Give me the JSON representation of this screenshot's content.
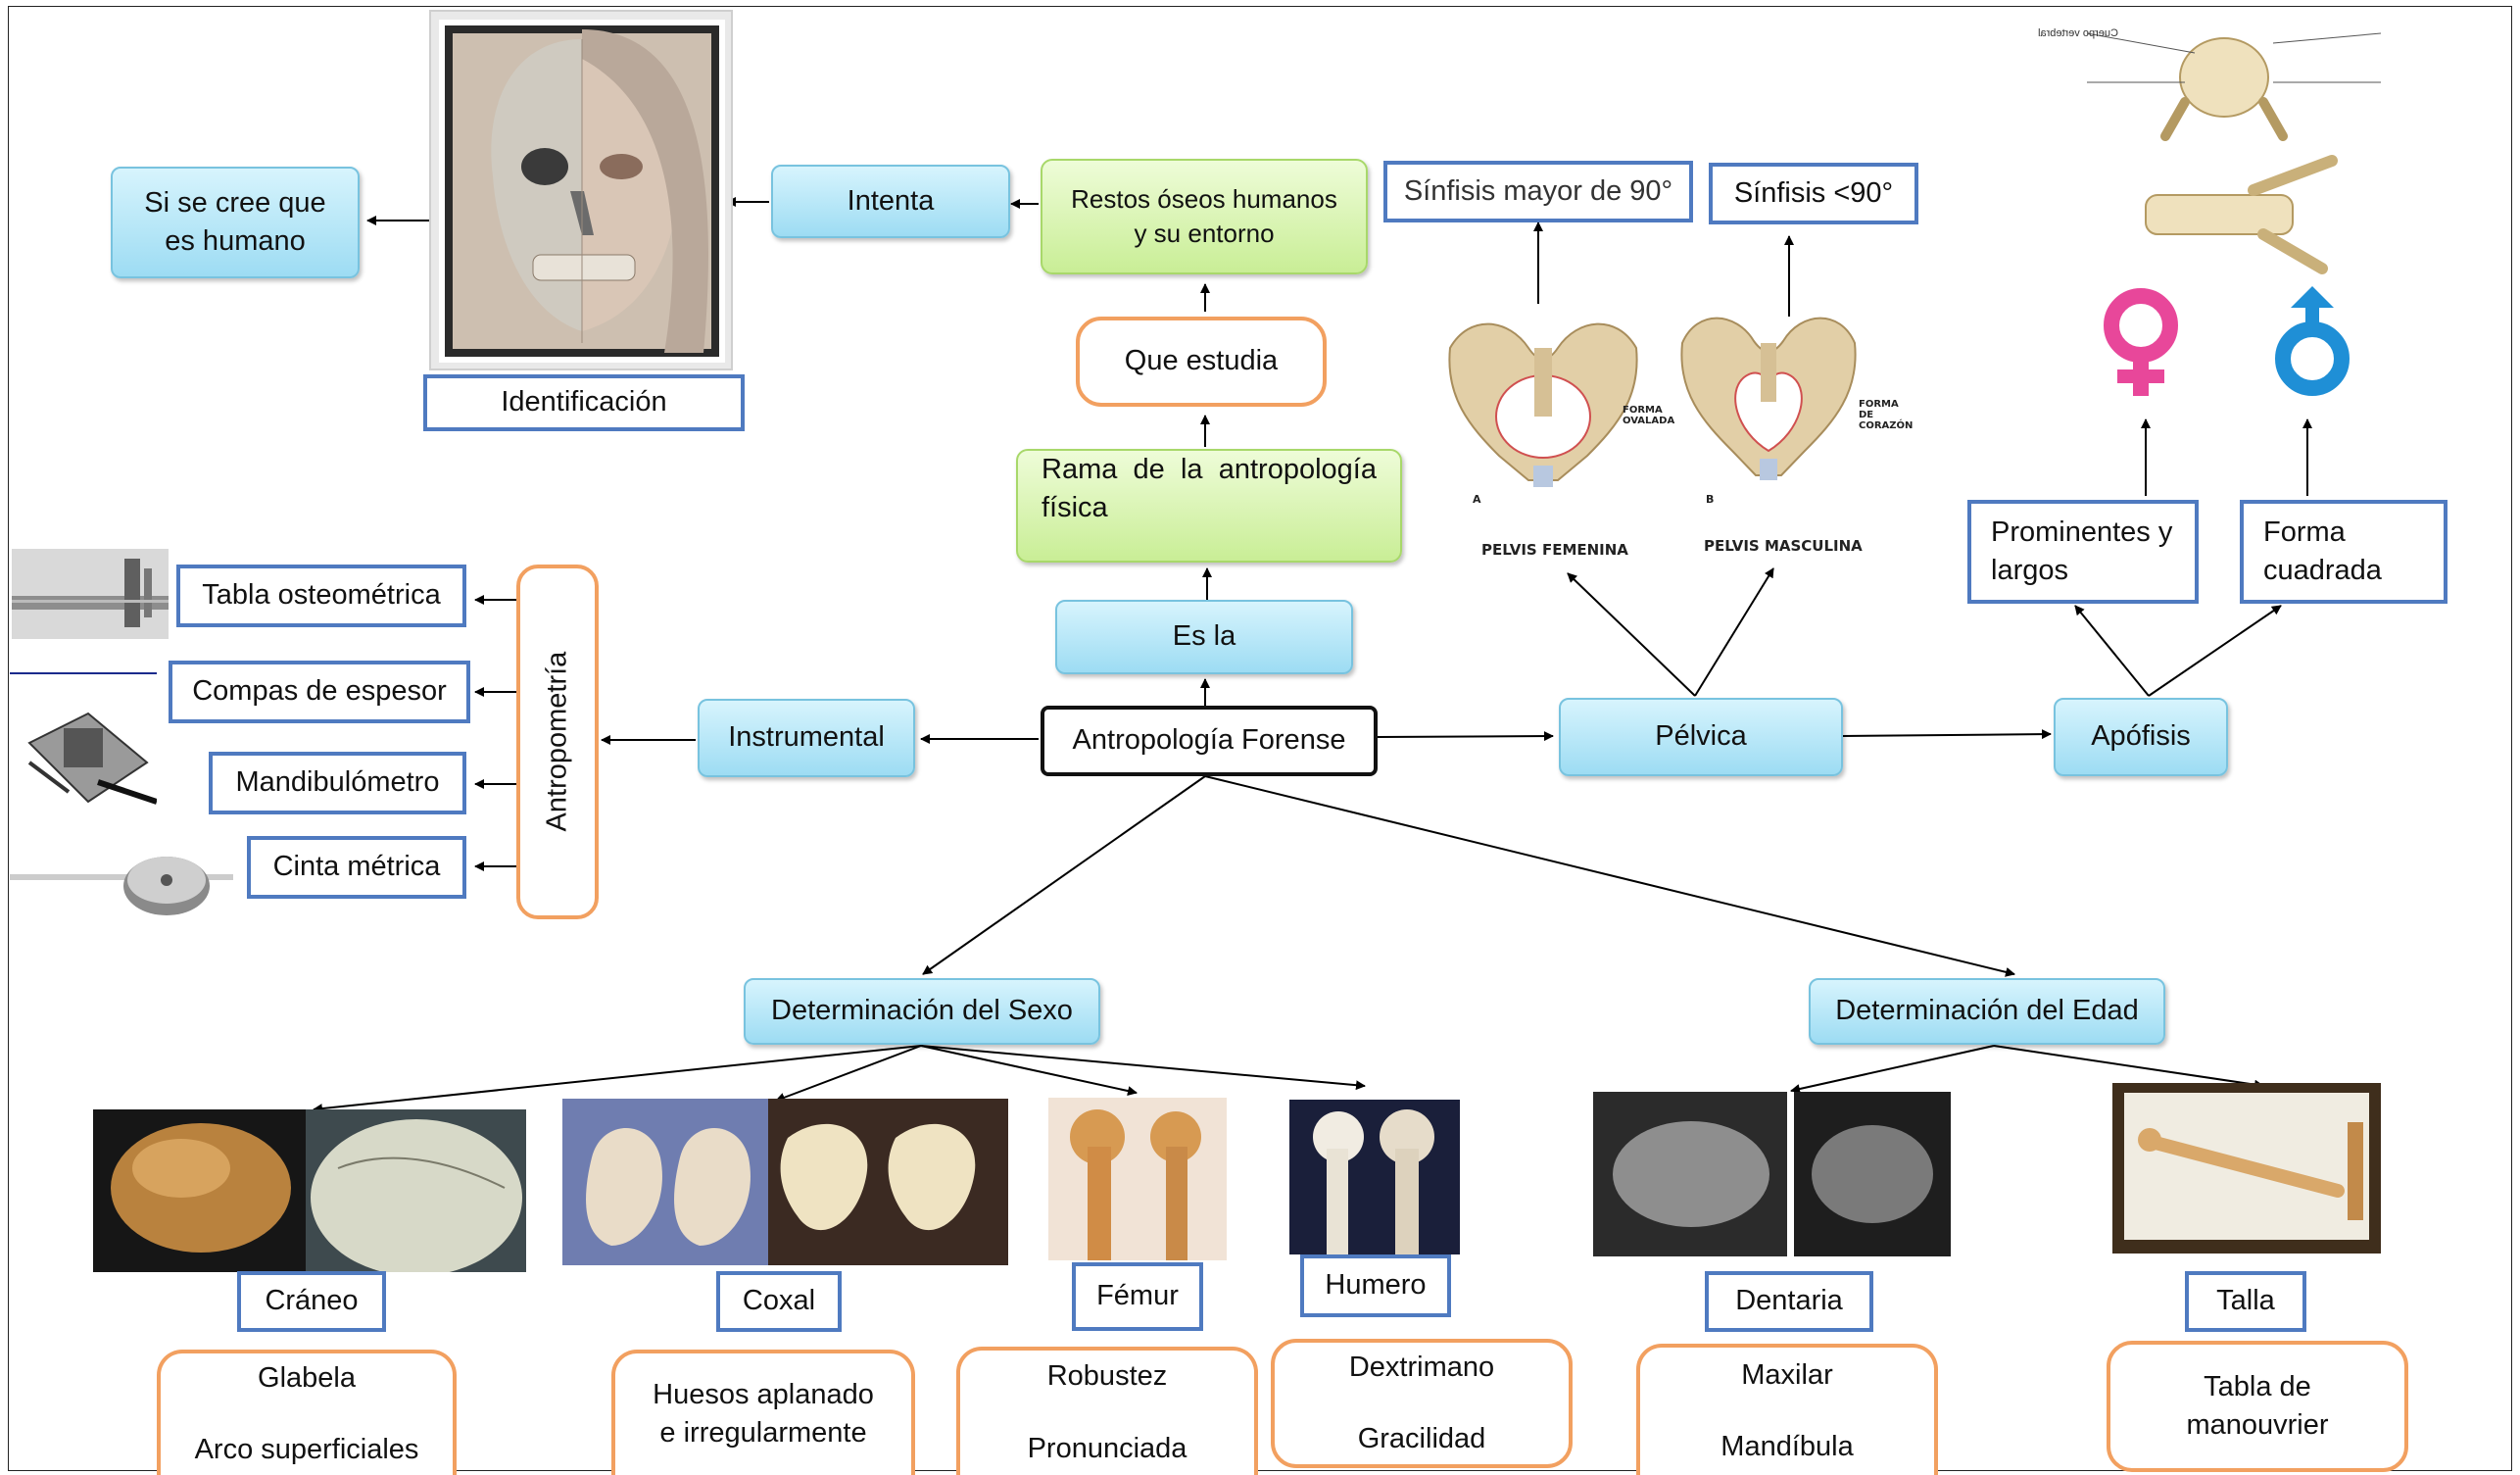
{
  "nodes": {
    "antropologia_forense": "Antropología Forense",
    "es_la": "Es la",
    "rama": "Rama de la antropología física",
    "que_estudia": "Que estudia",
    "restos": [
      "Restos óseos humanos",
      "y su entorno"
    ],
    "intenta": "Intenta",
    "si_se_cree": [
      "Si se cree que",
      "es humano"
    ],
    "identificacion": "Identificación",
    "instrumental": "Instrumental",
    "antropometria": "Antropometría",
    "tabla_osteometrica": "Tabla osteométrica",
    "compas": "Compas de espesor",
    "mandibulometro": "Mandibulómetro",
    "cinta": "Cinta métrica",
    "pelvica": "Pélvica",
    "sinfisis_mayor": "Sínfisis mayor de 90°",
    "sinfisis_menor": "Sínfisis <90°",
    "apofisis": "Apófisis",
    "prominentes": [
      "Prominentes y",
      "largos"
    ],
    "forma_cuadrada": [
      "Forma",
      "cuadrada"
    ],
    "det_sexo": "Determinación del Sexo",
    "det_edad": "Determinación del Edad",
    "craneo": "Cráneo",
    "coxal": "Coxal",
    "femur": "Fémur",
    "humero": "Humero",
    "dentaria": "Dentaria",
    "talla": "Talla",
    "glabela": [
      "Glabela",
      "Arco superficiales"
    ],
    "huesos": [
      "Huesos aplanado",
      "e irregularmente"
    ],
    "robustez": [
      "Robustez",
      "Pronunciada"
    ],
    "dextrimano": [
      "Dextrimano",
      "Gracilidad"
    ],
    "maxilar": [
      "Maxilar",
      "Mandíbula"
    ],
    "tabla_manouvrier": [
      "Tabla de",
      "manouvrier"
    ]
  },
  "image_labels": {
    "pelvis_femenina": "PELVIS FEMENINA",
    "pelvis_masculina": "PELVIS MASCULINA",
    "forma_ovalada": "FORMA OVALADA",
    "forma_corazon": "FORMA DE CORAZÓN",
    "pelvis_a": "A",
    "pelvis_b": "B"
  },
  "colors": {
    "accent_cyan": "#9ddcf3",
    "accent_green": "#c9ee96",
    "box_blue": "#4f7ac0",
    "box_orange": "#f2a060",
    "female_symbol": "#e8479a",
    "male_symbol": "#1f8fd6"
  },
  "icons": [
    "female-symbol-icon",
    "male-symbol-icon"
  ]
}
